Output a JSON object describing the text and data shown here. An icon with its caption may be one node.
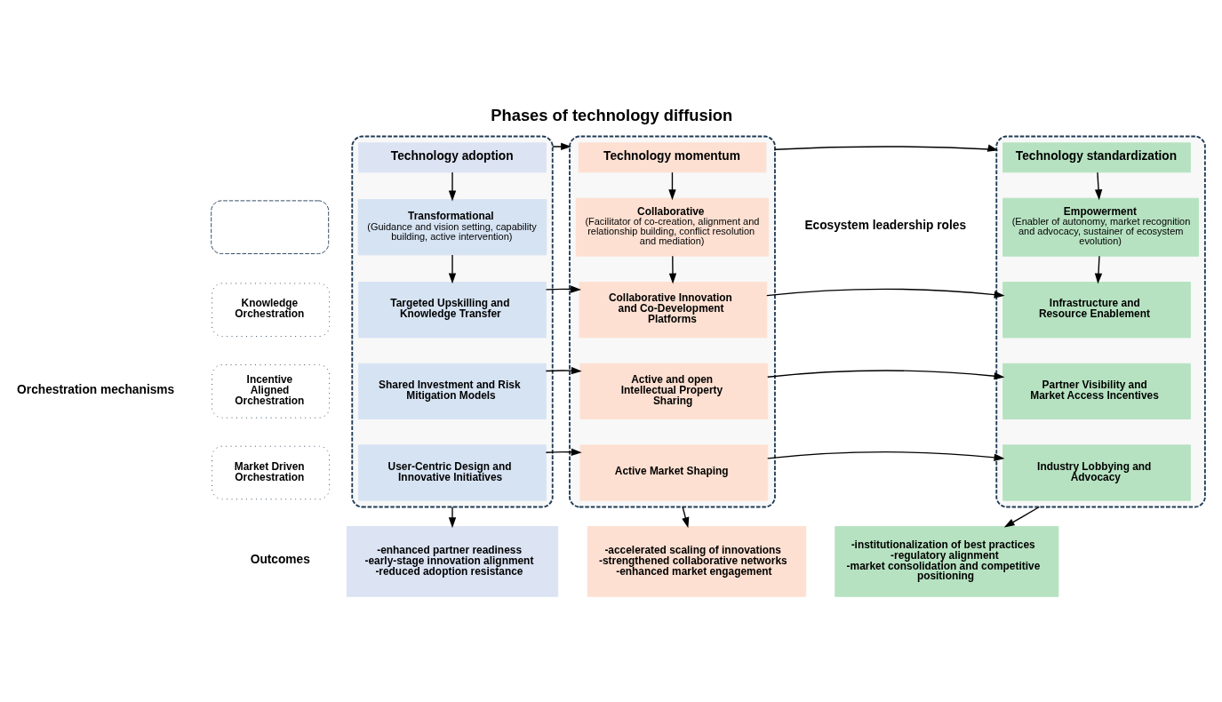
{
  "diagram": {
    "title": "Phases of technology diffusion",
    "nodes": [
      {
        "text": [],
        "shape": "box"
      },
      {
        "text": [
          "Technology adoption"
        ],
        "in": 0
      },
      {
        "text": [
          "Transformational",
          "(Guidance and vision setting, capability building, active intervention)"
        ],
        "in": 0
      },
      {
        "text": [
          "Targeted Upskilling and Knowledge Transfer"
        ],
        "in": 0
      },
      {
        "text": [
          "Shared Investment and Risk Mitigation Models"
        ],
        "in": 0
      },
      {
        "text": [
          "User-Centric Design and Innovative Initiatives"
        ],
        "in": 0
      },
      {
        "text": [],
        "shape": "box"
      },
      {
        "text": [
          "Technology momentum"
        ],
        "in": 6
      },
      {
        "text": [
          "Collaborative",
          "(Facilitator of co-creation, alignment and relationship building, conflict resolution and mediation)"
        ],
        "in": 6
      },
      {
        "text": [
          "Collaborative Innovation and Co-Development Platforms"
        ],
        "in": 6
      },
      {
        "text": [
          "Active and open Intellectual Property Sharing"
        ],
        "in": 6
      },
      {
        "text": [
          "Active Market Shaping"
        ],
        "in": 6
      },
      {
        "text": [],
        "shape": "box"
      },
      {
        "text": [
          "Technology standardization"
        ],
        "in": 12
      },
      {
        "text": [
          "Empowerment",
          "(Enabler of autonomy, market recognition and advocacy, sustainer of ecosystem evolution)"
        ],
        "in": 12
      },
      {
        "text": [
          "Infrastructure and Resource Enablement"
        ],
        "in": 12
      },
      {
        "text": [
          "Partner Visibility and Market Access Incentives"
        ],
        "in": 12
      },
      {
        "text": [
          "Industry Lobbying and Advocacy"
        ],
        "in": 12
      },
      {
        "text": [],
        "shape": "box"
      },
      {
        "text": [
          "Knowledge Orchestration"
        ]
      },
      {
        "text": [
          "Incentive Aligned Orchestration"
        ]
      },
      {
        "text": [
          "Market Driven Orchestration"
        ]
      },
      {
        "text": [
          "-enhanced partner readiness",
          "-early-stage innovation alignment",
          "-reduced adoption resistance"
        ]
      },
      {
        "text": [
          "-accelerated scaling of innovations",
          "-strengthened collaborative networks",
          "-enhanced market engagement"
        ]
      },
      {
        "text": [
          "-institutionalization of best practices",
          "-regulatory alignment",
          "-market consolidation and competitive positioning"
        ]
      }
    ],
    "edges": [
      {
        "from": 1,
        "to": 2,
        "arrow": "to"
      },
      {
        "from": 0,
        "to": 6,
        "arrow": "to"
      },
      {
        "from": 7,
        "to": 8,
        "arrow": "to"
      },
      {
        "from": 6,
        "to": 12,
        "arrow": "to"
      },
      {
        "from": 13,
        "to": 14,
        "arrow": "to"
      },
      {
        "from": 2,
        "to": 3,
        "arrow": "to"
      },
      {
        "from": 8,
        "to": 9,
        "arrow": "to"
      },
      {
        "from": 14,
        "to": 15,
        "arrow": "to"
      },
      {
        "from": 3,
        "to": 9,
        "arrow": "to"
      },
      {
        "from": 9,
        "to": 15,
        "arrow": "to"
      },
      {
        "from": 4,
        "to": 10,
        "arrow": "to"
      },
      {
        "from": 10,
        "to": 16,
        "arrow": "to"
      },
      {
        "from": 5,
        "to": 11,
        "arrow": "to"
      },
      {
        "from": 11,
        "to": 17,
        "arrow": "to"
      },
      {
        "from": 0,
        "to": 22,
        "arrow": "to"
      },
      {
        "from": 6,
        "to": 23,
        "arrow": "to"
      },
      {
        "from": 12,
        "to": 24,
        "arrow": "to"
      }
    ],
    "labels": [
      "Ecosystem leadership roles",
      "Orchestration mechanisms",
      "Outcomes"
    ]
  }
}
